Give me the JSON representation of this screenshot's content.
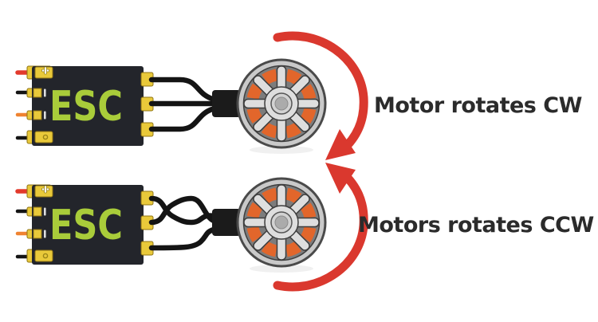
{
  "diagram": {
    "rows": [
      {
        "id": "cw",
        "esc_label": "ESC",
        "wiring": "straight",
        "caption": "Motor rotates CW",
        "rotation": "clockwise"
      },
      {
        "id": "ccw",
        "esc_label": "ESC",
        "wiring": "crossed",
        "caption": "Motors rotates CCW",
        "rotation": "counter-clockwise"
      }
    ],
    "colors": {
      "background": "#ffffff",
      "arrow_red": "#da382e",
      "wire_red": "#e23a2c",
      "wire_orange": "#ef8331",
      "wire_black": "#141414",
      "esc_body": "#23252b",
      "esc_text_green": "#a9cc3a",
      "tab_yellow": "#e9c93a",
      "magnet_orange": "#e2662b",
      "caption_color": "#2b2b2b"
    },
    "icons": {
      "plus": "plus-icon",
      "screw": "screw-hole-icon",
      "cw_arrow": "cw-arrow-icon",
      "ccw_arrow": "ccw-arrow-icon"
    }
  }
}
